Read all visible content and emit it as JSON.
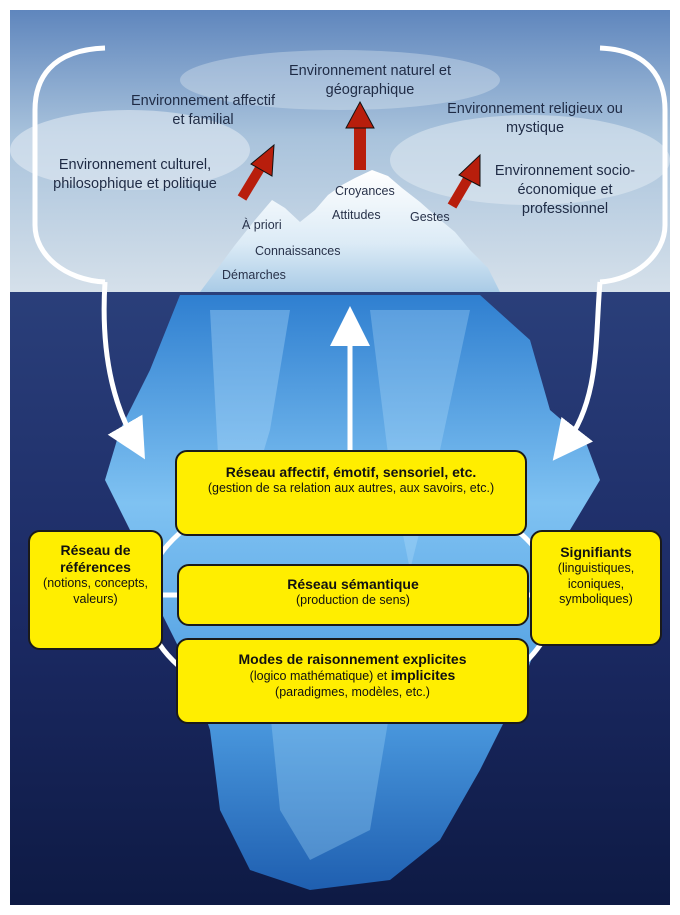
{
  "sky_labels": {
    "naturel": "Environnement naturel et géographique",
    "affectif": "Environnement affectif et familial",
    "religieux": "Environnement religieux ou mystique",
    "culturel": "Environnement culturel, philosophique et politique",
    "socio": "Environnement socio-économique et professionnel"
  },
  "tip_labels": {
    "croyances": "Croyances",
    "attitudes": "Attitudes",
    "gestes": "Gestes",
    "a_priori": "À priori",
    "connaissances": "Connaissances",
    "demarches": "Démarches"
  },
  "boxes": {
    "affectif": {
      "title": "Réseau affectif, émotif, sensoriel, etc.",
      "body": "(gestion de sa relation aux autres, aux savoirs, etc.)"
    },
    "references": {
      "title": "Réseau de références",
      "body": "(notions, concepts, valeurs)"
    },
    "semantique": {
      "title": "Réseau sémantique",
      "body": "(production de sens)"
    },
    "signifiants": {
      "title": "Signifiants",
      "body": "(linguistiques, iconiques, symboliques)"
    },
    "raisonnement": {
      "title": "Modes de raisonnement explicites",
      "mid": "(logico mathématique) et",
      "bold2": "implicites",
      "body": "(paradigmes, modèles, etc.)"
    }
  },
  "colors": {
    "sky": "#a9c3dc",
    "sea": "#22336e",
    "ice": "#6fb2e8",
    "arrow": "#b81e0c",
    "box": "#ffee00"
  }
}
